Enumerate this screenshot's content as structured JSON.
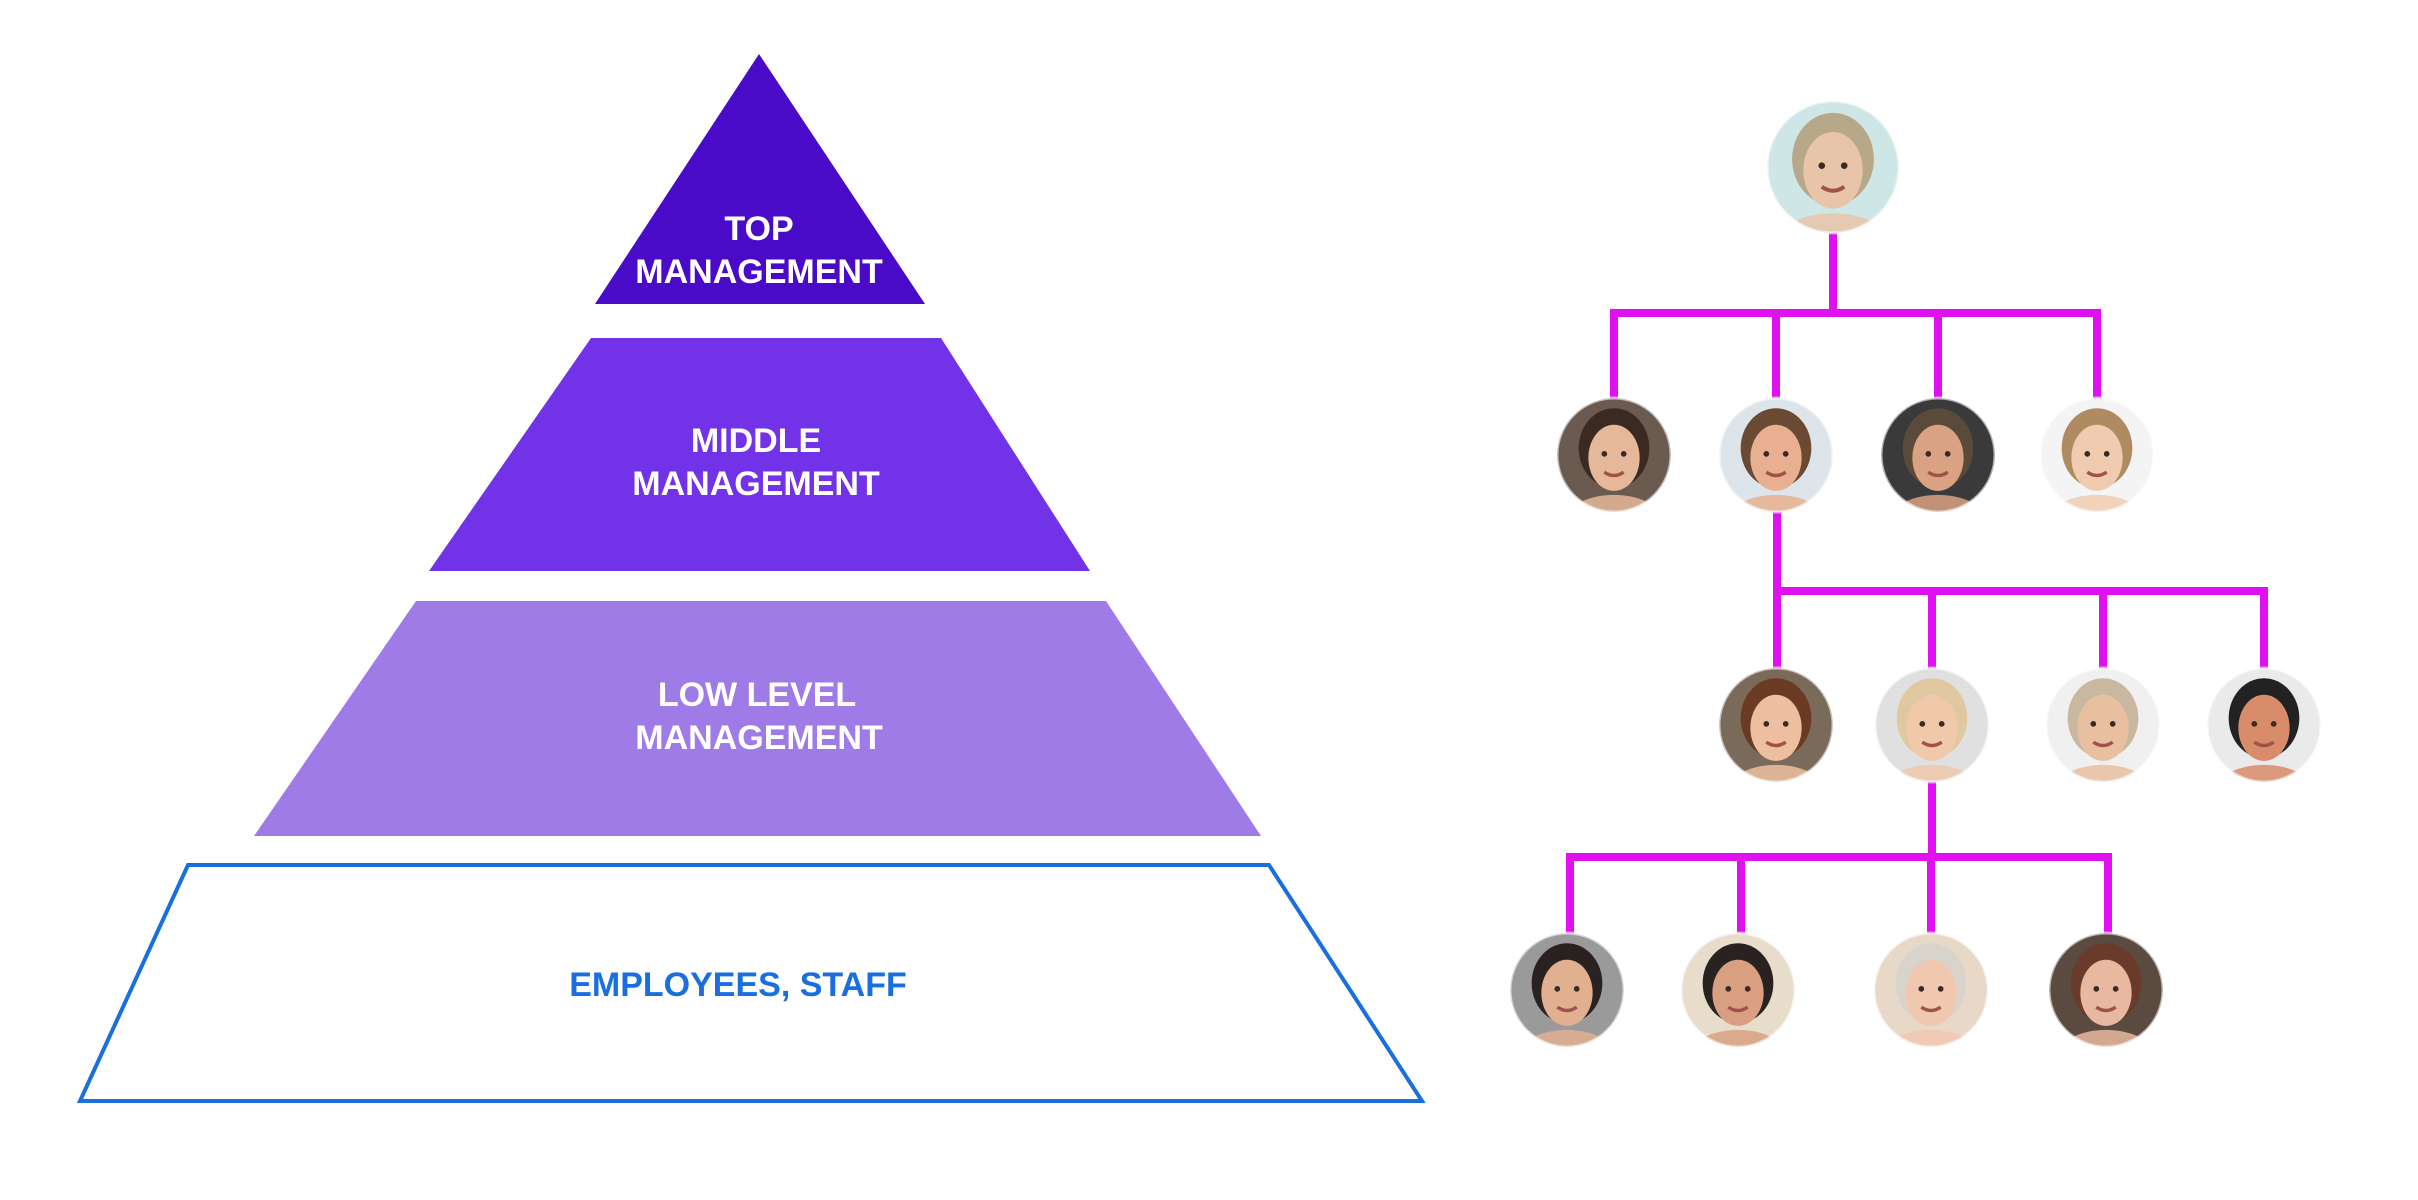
{
  "pyramid": {
    "top": {
      "line1": "TOP",
      "line2": "MANAGEMENT",
      "color": "#4A0BC9"
    },
    "middle": {
      "line1": "MIDDLE",
      "line2": "MANAGEMENT",
      "color": "#7232E8"
    },
    "low": {
      "line1": "LOW LEVEL",
      "line2": "MANAGEMENT",
      "color": "#9F7BE8"
    },
    "base": {
      "label": "EMPLOYEES, STAFF",
      "color": "#1A6FE0"
    }
  },
  "org_chart": {
    "connector_color": "#E010F0",
    "avatars": [
      {
        "skin": "#E8C4A8",
        "hair": "#B8A88A",
        "bg": "#CFE6E6"
      },
      {
        "skin": "#E6B89A",
        "hair": "#3A2A22",
        "bg": "#6A5A50"
      },
      {
        "skin": "#E8B090",
        "hair": "#6A4A32",
        "bg": "#DDE4EA"
      },
      {
        "skin": "#D9A282",
        "hair": "#5A4A3A",
        "bg": "#3A3A3A"
      },
      {
        "skin": "#F0CBB0",
        "hair": "#B08A60",
        "bg": "#F4F4F4"
      },
      {
        "skin": "#EDBFA0",
        "hair": "#6A3A22",
        "bg": "#7A6A5A"
      },
      {
        "skin": "#F0C8AA",
        "hair": "#E0C8A0",
        "bg": "#E0E0E0"
      },
      {
        "skin": "#E8C0A0",
        "hair": "#C8B8A0",
        "bg": "#F0F0F0"
      },
      {
        "skin": "#D88C6A",
        "hair": "#222222",
        "bg": "#EAEAEA"
      },
      {
        "skin": "#E0B090",
        "hair": "#2A2220",
        "bg": "#9A9A9A"
      },
      {
        "skin": "#D8A080",
        "hair": "#2A2220",
        "bg": "#E8DCCB"
      },
      {
        "skin": "#F0C8B0",
        "hair": "#D8D4CC",
        "bg": "#E8D8C8"
      },
      {
        "skin": "#E8B8A0",
        "hair": "#6A3A2A",
        "bg": "#5A4A40"
      }
    ]
  }
}
